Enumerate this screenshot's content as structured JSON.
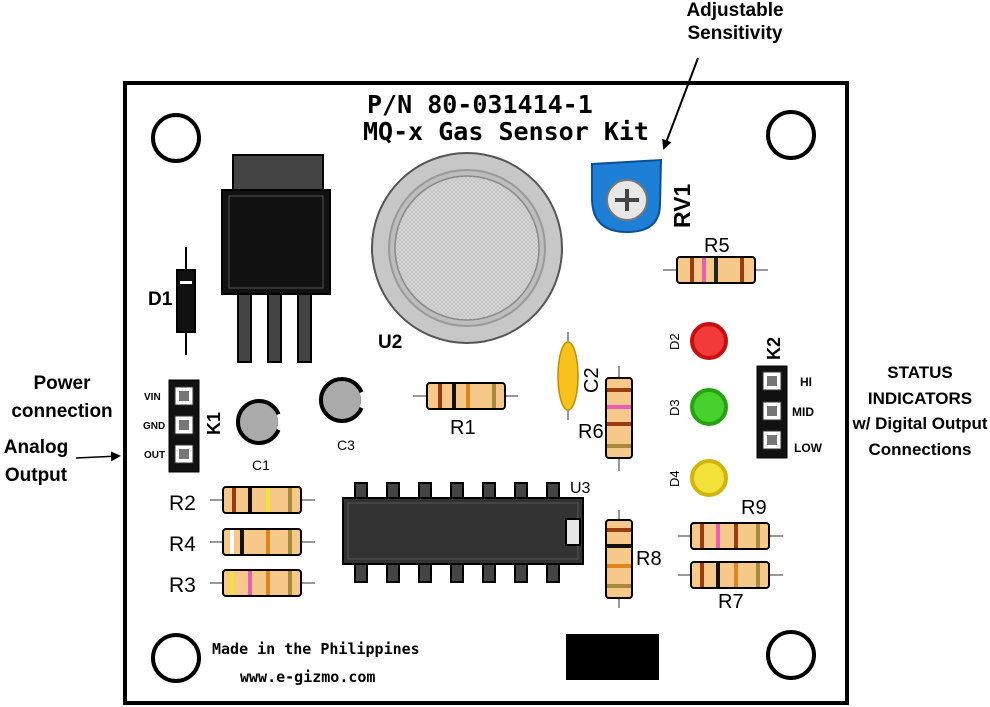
{
  "board": {
    "part_number": "P/N 80-031414-1",
    "title": "MQ-x Gas Sensor Kit",
    "made_in": "Made in the Philippines",
    "website": "www.e-gizmo.com"
  },
  "callouts": {
    "sensitivity_line1": "Adjustable",
    "sensitivity_line2": "Sensitivity",
    "power_line1": "Power",
    "power_line2": "connection",
    "analog_line1": "Analog",
    "analog_line2": "Output",
    "status_line1": "STATUS",
    "status_line2": "INDICATORS",
    "status_line3": "w/ Digital Output",
    "status_line4": "Connections"
  },
  "components": {
    "d1": "D1",
    "u2": "U2",
    "rv1": "RV1",
    "r5": "R5",
    "c2": "C2",
    "r1": "R1",
    "r6": "R6",
    "k1": "K1",
    "c1": "C1",
    "c3": "C3",
    "d2": "D2",
    "d3": "D3",
    "d4": "D4",
    "k2": "K2",
    "u3": "U3",
    "r2": "R2",
    "r4": "R4",
    "r3": "R3",
    "r8": "R8",
    "r9": "R9",
    "r7": "R7"
  },
  "k1_pins": {
    "vin": "VIN",
    "gnd": "GND",
    "out": "OUT"
  },
  "k2_pins": {
    "hi": "HI",
    "mid": "MID",
    "low": "LOW"
  },
  "colors": {
    "resistor_body": "#f6c98a",
    "pot_blue": "#1e7fd6",
    "led_red": "#f23a3a",
    "led_green": "#46d12d",
    "led_yellow": "#f2e23a",
    "cap_yellow": "#f7c21b"
  }
}
